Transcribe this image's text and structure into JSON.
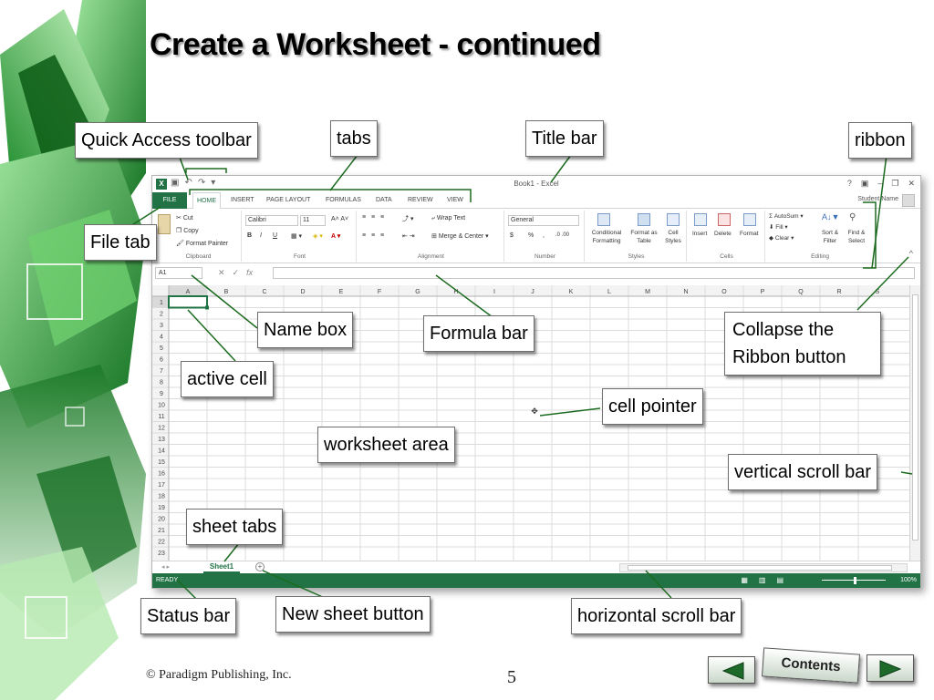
{
  "slide": {
    "title": "Create a Worksheet - continued",
    "footer": "© Paradigm Publishing, Inc.",
    "page_number": "5",
    "nav": {
      "contents_label": "Contents"
    }
  },
  "callouts": {
    "quick_access": "Quick Access toolbar",
    "tabs": "tabs",
    "title_bar": "Title bar",
    "ribbon": "ribbon",
    "file_tab": "File tab",
    "name_box": "Name box",
    "formula_bar": "Formula bar",
    "collapse_ribbon": "Collapse the Ribbon button",
    "active_cell": "active cell",
    "cell_pointer": "cell pointer",
    "worksheet_area": "worksheet area",
    "vertical_scroll": "vertical scroll bar",
    "sheet_tabs": "sheet tabs",
    "status_bar": "Status bar",
    "new_sheet": "New sheet button",
    "horizontal_scroll": "horizontal scroll bar"
  },
  "excel": {
    "window_title": "Book1 - Excel",
    "user": "Student Name",
    "tabs": [
      "FILE",
      "HOME",
      "INSERT",
      "PAGE LAYOUT",
      "FORMULAS",
      "DATA",
      "REVIEW",
      "VIEW"
    ],
    "clipboard": {
      "cut": "Cut",
      "copy": "Copy",
      "format_painter": "Format Painter",
      "group": "Clipboard"
    },
    "font": {
      "name": "Calibri",
      "size": "11",
      "bold": "B",
      "italic": "I",
      "underline": "U",
      "group": "Font"
    },
    "alignment": {
      "wrap": "Wrap Text",
      "merge": "Merge & Center",
      "group": "Alignment"
    },
    "number": {
      "format": "General",
      "currency": "$",
      "percent": "%",
      "comma": ",",
      "group": "Number"
    },
    "styles": {
      "conditional": "Conditional Formatting",
      "format_table": "Format as Table",
      "cell_styles": "Cell Styles",
      "group": "Styles"
    },
    "cells": {
      "insert": "Insert",
      "delete": "Delete",
      "format": "Format",
      "group": "Cells"
    },
    "editing": {
      "autosum": "AutoSum",
      "fill": "Fill",
      "clear": "Clear",
      "sort": "Sort & Filter",
      "find": "Find & Select",
      "group": "Editing"
    },
    "name_box": "A1",
    "fx": "fx",
    "columns": [
      "A",
      "B",
      "C",
      "D",
      "E",
      "F",
      "G",
      "H",
      "I",
      "J",
      "K",
      "L",
      "M",
      "N",
      "O",
      "P",
      "Q",
      "R",
      "S"
    ],
    "rows": [
      "1",
      "2",
      "3",
      "4",
      "5",
      "6",
      "7",
      "8",
      "9",
      "10",
      "11",
      "12",
      "13",
      "14",
      "15",
      "16",
      "17",
      "18",
      "19",
      "20",
      "21",
      "22",
      "23"
    ],
    "sheet_name": "Sheet1",
    "status": "READY",
    "zoom": "100%"
  },
  "colors": {
    "excel_green": "#217346",
    "deco_green": "#2e9e3e"
  }
}
